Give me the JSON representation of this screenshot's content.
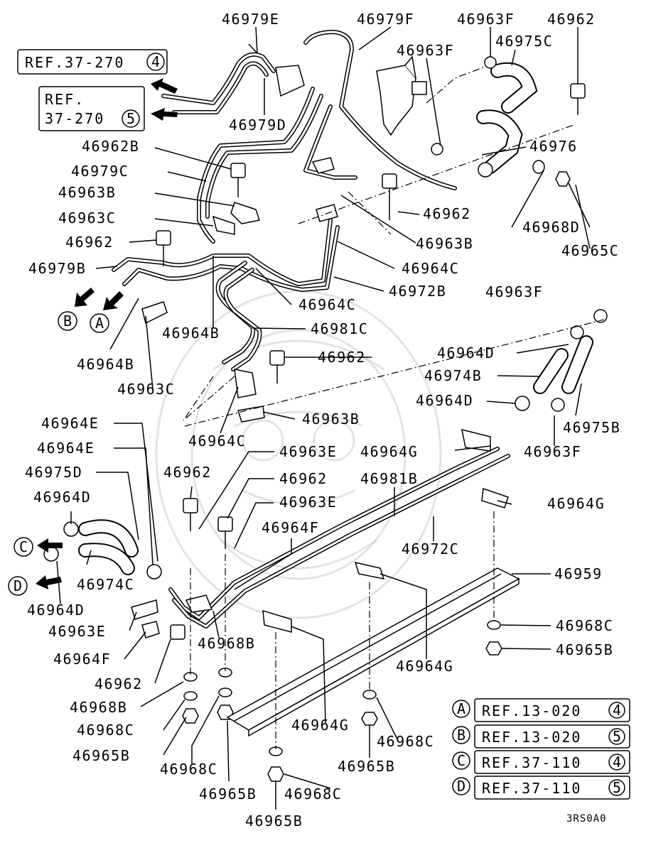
{
  "labels": {
    "p46979E": "46979E",
    "p46979F": "46979F",
    "p46963F_top": "46963F",
    "p46962_top": "46962",
    "p46963F_2": "46963F",
    "p46975C": "46975C",
    "p46979D": "46979D",
    "p46976": "46976",
    "p46962B": "46962B",
    "p46979C": "46979C",
    "p46963B_1": "46963B",
    "p46962_2": "46962",
    "p46963C_1": "46963C",
    "p46968D": "46968D",
    "p46962_3": "46962",
    "p46963B_2": "46963B",
    "p46965C": "46965C",
    "p46979B": "46979B",
    "p46964C_1": "46964C",
    "p46972B": "46972B",
    "p46963F_3": "46963F",
    "p46964C_2": "46964C",
    "p46964B_1": "46964B",
    "p46981C": "46981C",
    "p46964D_1": "46964D",
    "p46962_4": "46962",
    "p46964B_2": "46964B",
    "p46974B": "46974B",
    "p46963C_2": "46963C",
    "p46964D_2": "46964D",
    "p46963B_3": "46963B",
    "p46975B": "46975B",
    "p46964E_1": "46964E",
    "p46964C_3": "46964C",
    "p46963F_4": "46963F",
    "p46964E_2": "46964E",
    "p46963E_1": "46963E",
    "p46964G_1": "46964G",
    "p46975D": "46975D",
    "p46962_5": "46962",
    "p46981B": "46981B",
    "p46962_6": "46962",
    "p46964G_2": "46964G",
    "p46964D_3": "46964D",
    "p46963E_2": "46963E",
    "p46964F_1": "46964F",
    "p46972C": "46972C",
    "p46959": "46959",
    "p46974C": "46974C",
    "p46964D_4": "46964D",
    "p46968C_1": "46968C",
    "p46963E_3": "46963E",
    "p46968B_1": "46968B",
    "p46965B_1": "46965B",
    "p46964F_2": "46964F",
    "p46964G_3": "46964G",
    "p46962_7": "46962",
    "p46968B_2": "46968B",
    "p46968C_2": "46968C",
    "p46964G_4": "46964G",
    "p46968C_3": "46968C",
    "p46965B_2": "46965B",
    "p46965B_3": "46965B",
    "p46968C_4": "46968C",
    "p46965B_4": "46965B",
    "p46968C_5": "46968C",
    "p46965B_5": "46965B"
  },
  "refs": {
    "top1_text": "REF.37-270",
    "top1_num": "4",
    "top2_line1": "REF.",
    "top2_line2": "37-270",
    "top2_num": "5",
    "A_letter": "A",
    "A_text": "REF.13-020",
    "A_num": "4",
    "B_letter": "B",
    "B_text": "REF.13-020",
    "B_num": "5",
    "C_letter": "C",
    "C_text": "REF.37-110",
    "C_num": "4",
    "D_letter": "D",
    "D_text": "REF.37-110",
    "D_num": "5"
  },
  "markers": {
    "A": "A",
    "B": "B",
    "C": "C",
    "D": "D"
  },
  "diagram_code": "3RS0A0"
}
